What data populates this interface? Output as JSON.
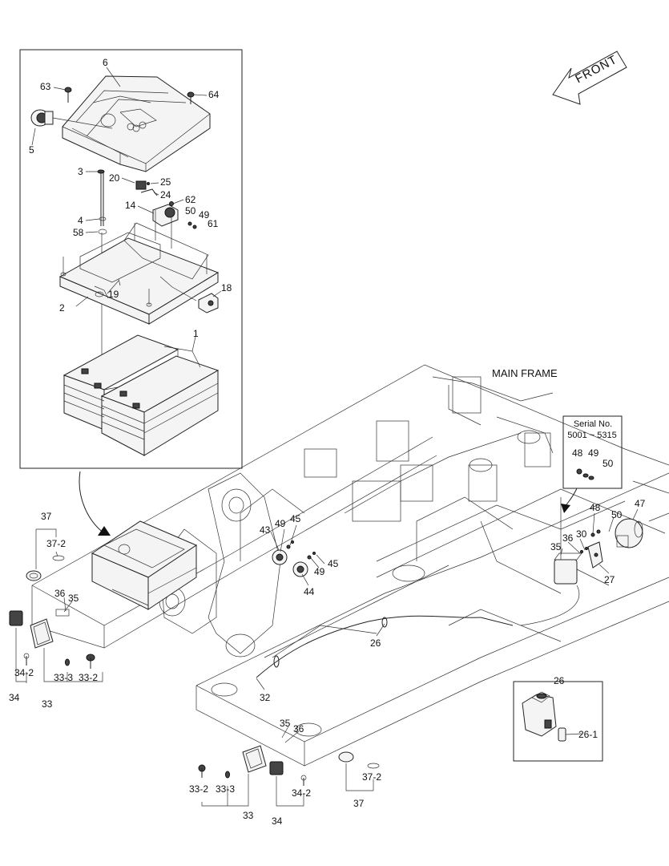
{
  "front_label": "FRONT",
  "main_frame_label": "MAIN FRAME",
  "serial_box": {
    "title": "Serial No.",
    "range": "5001 ~ 5315",
    "callouts": [
      "48",
      "49",
      "50"
    ]
  },
  "detail_26": {
    "main": "26",
    "sub": "26-1"
  },
  "callouts": {
    "c1": "1",
    "c2": "2",
    "c3": "3",
    "c4": "4",
    "c5": "5",
    "c6": "6",
    "c14": "14",
    "c18": "18",
    "c19": "19",
    "c20": "20",
    "c24": "24",
    "c25": "25",
    "c49a": "49",
    "c50a": "50",
    "c58": "58",
    "c61": "61",
    "c62": "62",
    "c63": "63",
    "c64": "64",
    "c37a": "37",
    "c37_2a": "37-2",
    "c36a": "36",
    "c35a": "35",
    "c34a": "34",
    "c34_2a": "34-2",
    "c33a": "33",
    "c33_3a": "33-3",
    "c33_2a": "33-2",
    "c43": "43",
    "c49b": "49",
    "c45a": "45",
    "c45b": "45",
    "c49c": "49",
    "c44": "44",
    "c26": "26",
    "c32": "32",
    "c48": "48",
    "c50b": "50",
    "c47": "47",
    "c36b": "36",
    "c30": "30",
    "c35b": "35",
    "c27": "27",
    "c35c": "35",
    "c36c": "36",
    "c33_2b": "33-2",
    "c33_3b": "33-3",
    "c33b": "33",
    "c34b": "34",
    "c34_2b": "34-2",
    "c37_2b": "37-2",
    "c37b": "37"
  }
}
